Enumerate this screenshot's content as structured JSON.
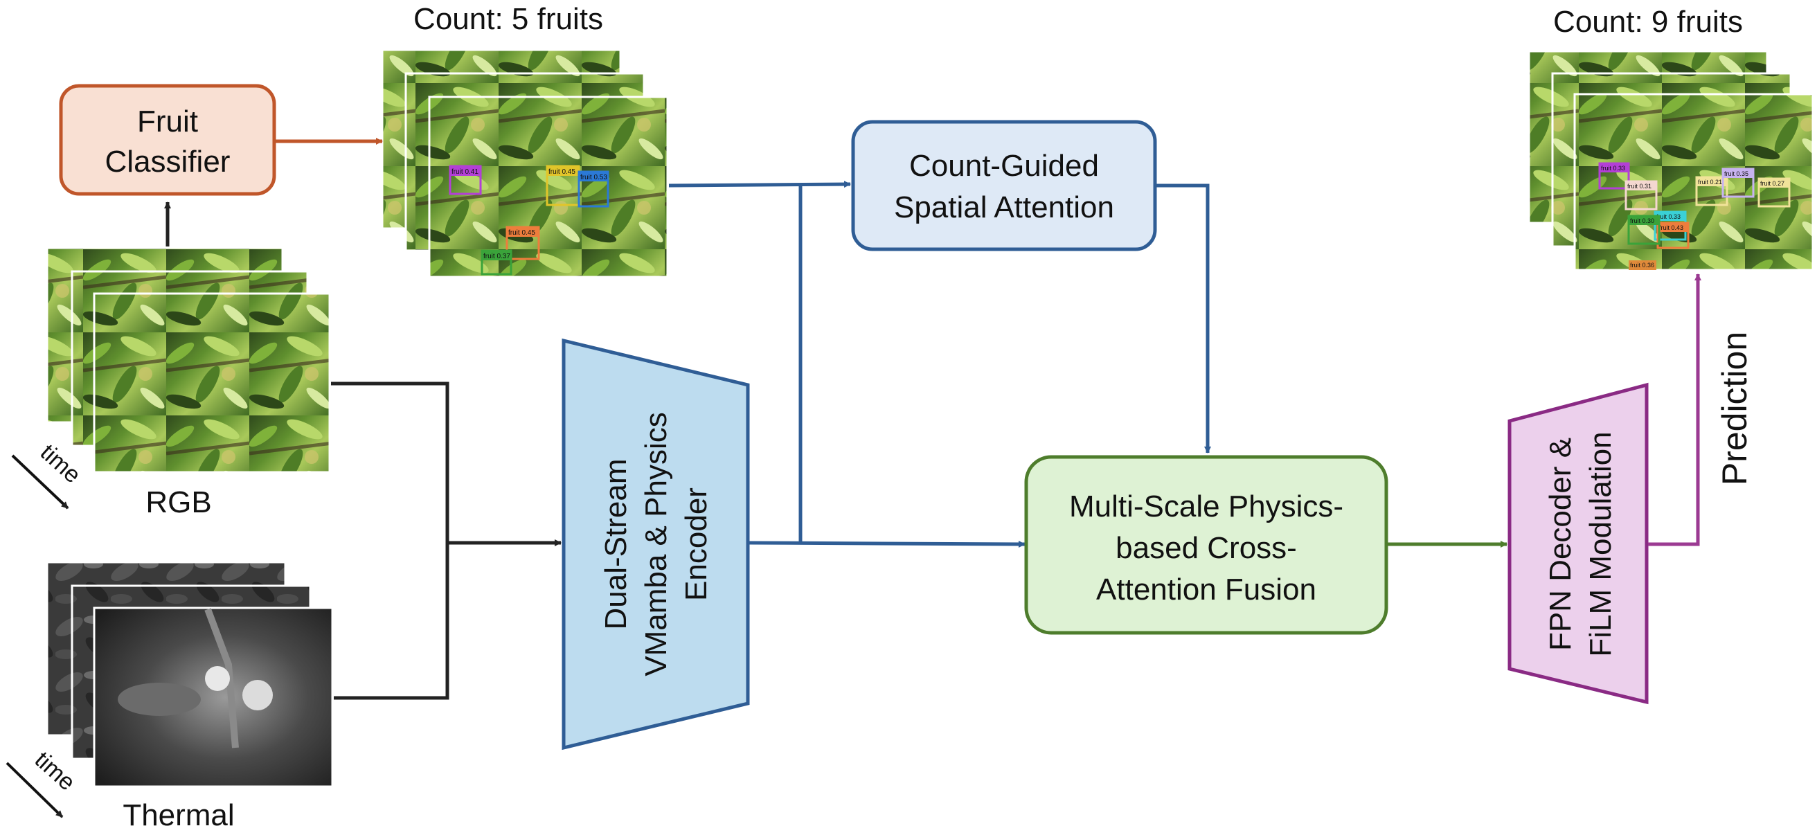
{
  "diagram": {
    "count_top_left": "Count: 5 fruits",
    "count_top_right": "Count: 9 fruits",
    "fruit_classifier": [
      "Fruit",
      "Classifier"
    ],
    "count_guided": [
      "Count-Guided",
      "Spatial Attention"
    ],
    "encoder": [
      "Dual-Stream",
      "VMamba & Physics",
      "Encoder"
    ],
    "fusion": [
      "Multi-Scale Physics-",
      "based Cross-",
      "Attention Fusion"
    ],
    "decoder": [
      "FPN Decoder &",
      "FiLM Modulation"
    ],
    "prediction": "Prediction",
    "rgb": "RGB",
    "thermal": "Thermal",
    "time_rgb": "time",
    "time_thermal": "time",
    "detections_left": [
      "fruit 0.41",
      "fruit 0.45",
      "fruit 0.53",
      "fruit 0.45",
      "fruit 0.37"
    ],
    "detections_right": [
      "fruit 0.33",
      "fruit 0.31",
      "fruit 0.21",
      "fruit 0.35",
      "fruit 0.27",
      "fruit 0.33",
      "fruit 0.43",
      "fruit 0.30",
      "fruit 0.36"
    ]
  },
  "colors": {
    "blue_line": "#2f5d95",
    "orange_line": "#c0562a",
    "green_line": "#4e7d2c",
    "purple_line": "#9b3a92",
    "black_line": "#222222",
    "classifier_fill": "#f9e0d3",
    "classifier_stroke": "#c0562a",
    "attention_fill": "#dee9f6",
    "attention_stroke": "#2f5d95",
    "encoder_fill": "#bddcef",
    "encoder_stroke": "#2f5d95",
    "fusion_fill": "#def2d4",
    "fusion_stroke": "#4e7d2c",
    "decoder_fill": "#ecd0ec",
    "decoder_stroke": "#8a2a84"
  }
}
